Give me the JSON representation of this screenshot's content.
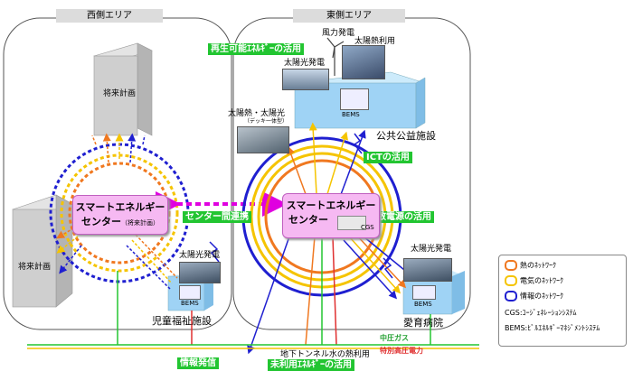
{
  "zones": {
    "west_title": "西側エリア",
    "east_title": "東側エリア"
  },
  "tags": {
    "renewable": "再生可能ｴﾈﾙｷﾞｰの活用",
    "ict": "ICTの活用",
    "center_link": "センター間連携",
    "distributed": "分散電源の活用",
    "info_send": "情報発信",
    "unused_energy": "未利用ｴﾈﾙｷﾞｰの活用"
  },
  "labels": {
    "future_plan_top": "将来計画",
    "future_plan_left": "将来計画",
    "wind": "風力発電",
    "solar_heat": "太陽熱利用",
    "pv_public": "太陽光発電",
    "pv_heat_deck1": "太陽熱・太陽光",
    "pv_heat_deck2": "（デッキ一体型）",
    "public_facility": "公共公益施設",
    "pv_child": "太陽光発電",
    "child_facility": "児童福祉施設",
    "pv_hospital": "太陽光発電",
    "hospital": "愛育病院",
    "tunnel": "地下トンネル水の熱利用",
    "medium_gas": "中圧ガス",
    "special_hv": "特別高圧電力",
    "bems": "BEMS",
    "cgs": "CGS"
  },
  "centers": {
    "west_line1": "スマートエネルギー",
    "west_line2": "センター",
    "west_sub": "（将来計画）",
    "east_line1": "スマートエネルギー",
    "east_line2": "センター"
  },
  "legend": {
    "heat": "熱のﾈｯﾄﾜｰｸ",
    "electric": "電気のﾈｯﾄﾜｰｸ",
    "info": "情報のﾈｯﾄﾜｰｸ",
    "cgs_note": "CGS:ｺｰｼﾞｪﾈﾚｰｼｮﾝｼｽﾃﾑ",
    "bems_note": "BEMS:ﾋﾞﾙｴﾈﾙｷﾞｰﾏﾈｼﾞﾒﾝﾄｼｽﾃﾑ"
  },
  "colors": {
    "heat": "#f07820",
    "electric": "#f5c400",
    "info": "#1f1fd0",
    "tag_green": "#22c531",
    "center_pink": "#f6b9f2",
    "building_blue": "#9fd3f5",
    "building_gray": "#c8c8c8"
  }
}
